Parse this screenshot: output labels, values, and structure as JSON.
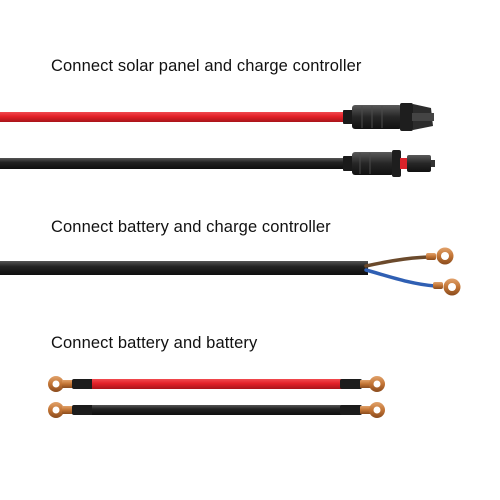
{
  "captions": {
    "solar_panel": "Connect solar panel and charge controller",
    "battery_controller": "Connect battery and charge controller",
    "battery_battery": "Connect battery and battery"
  },
  "colors": {
    "red_wire": "#e32027",
    "black_wire": "#1c1c1c",
    "blue_core": "#2f5fb3",
    "brown_core": "#6b4a2c",
    "copper": "#c87a3a",
    "connector_body": "#2a2a2a"
  },
  "items": [
    {
      "icon": "mc4-female-connector-icon",
      "wire": "red"
    },
    {
      "icon": "mc4-male-connector-icon",
      "wire": "black"
    },
    {
      "icon": "ring-terminal-icon",
      "wire": "black two-core"
    },
    {
      "icon": "battery-jumper-cable-icon",
      "wire": "red"
    },
    {
      "icon": "battery-jumper-cable-icon",
      "wire": "black"
    }
  ]
}
